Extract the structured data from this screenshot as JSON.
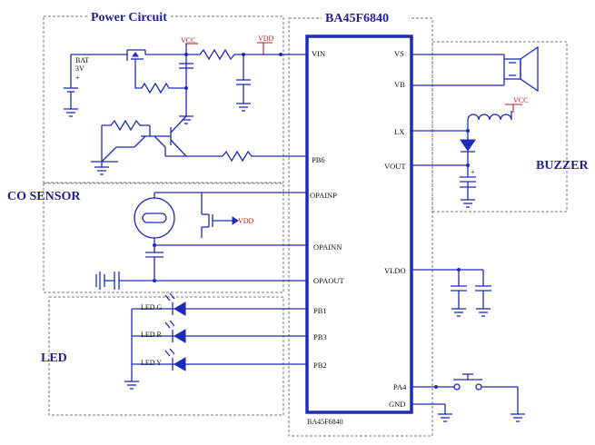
{
  "labels": {
    "power_circuit": "Power Circuit",
    "co_sensor": "CO SENSOR",
    "led": "LED",
    "buzzer": "BUZZER",
    "ic_title": "BA45F6840",
    "ic_bottom": "BA45F6840"
  },
  "power": {
    "vcc": "VCC",
    "vdd": "VDD",
    "bat": "BAT",
    "bat_voltage": "3V",
    "plus": "+"
  },
  "pins_left": {
    "vin": "VIN",
    "pb6": "PB6",
    "opainp": "OPAINP",
    "opainn": "OPAINN",
    "opaout": "OPAOUT",
    "pb1": "PB1",
    "pb3": "PB3",
    "pb2": "PB2"
  },
  "pins_right": {
    "vs": "VS",
    "vb": "VB",
    "lx": "LX",
    "vout": "VOUT",
    "vldo": "VLDO",
    "pa4": "PA4",
    "gnd": "GND"
  },
  "leds": {
    "g": "LED G",
    "r": "LED R",
    "y": "LED Y"
  },
  "colors": {
    "wire": "#1d2bb8",
    "power_label": "#b02020",
    "section_title": "#1f1f9c",
    "box": "#7a7a7a"
  }
}
